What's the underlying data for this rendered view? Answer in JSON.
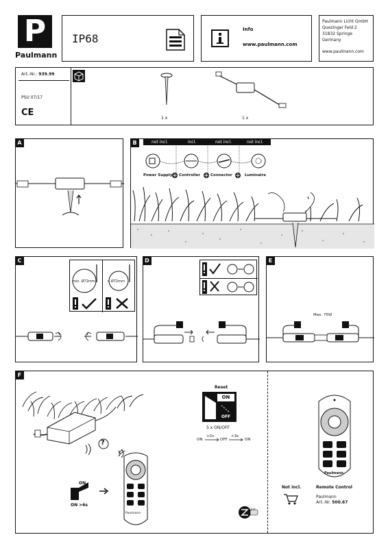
{
  "brand": {
    "name": "Paulmann",
    "logo_letter": "P"
  },
  "product": {
    "code": "IP68"
  },
  "info": {
    "title": "Info",
    "url": "www.paulmann.com"
  },
  "company": {
    "name": "Paulmann Licht GmbH",
    "street": "Quezinger Feld 2",
    "city": "31832 Springe",
    "country": "Germany",
    "web": "www.paulmann.com"
  },
  "article": {
    "art_label": "Art.-Nr.:",
    "art_no": "939.99",
    "psu": "PSU 07/17",
    "ce": "CE",
    "qty1": "1 x",
    "qty2": "1 x"
  },
  "panels": {
    "a": "A",
    "b": "B",
    "c": "C",
    "d": "D",
    "e": "E",
    "f": "F"
  },
  "panel_b": {
    "headers": [
      "not incl.",
      "incl.",
      "not incl.",
      "not incl."
    ],
    "labels": [
      "Power Supply",
      "Controller",
      "Connector",
      "Luminaire"
    ]
  },
  "panel_c": {
    "min_label": "min. Ø72mm",
    "max_label": "< Ø72mm"
  },
  "panel_e": {
    "max_power": "Max. 75W"
  },
  "panel_f": {
    "reset_title": "Reset",
    "on": "ON",
    "off": "OFF",
    "reset_count": "5 x ON/OFF",
    "seq_on1": "ON",
    "seq_t1": "<2s",
    "seq_off": "OFF",
    "seq_t2": "<3s",
    "seq_on2": "ON",
    "question": "?",
    "switch_on": "ON",
    "on_hold": "ON >6s",
    "remote_brand": "Paulmann",
    "not_incl": "Not incl.",
    "remote_title": "Remote Control",
    "remote_brand_line": "Paulmann",
    "remote_art_label": "Art.-Nr.",
    "remote_art_no": "500.67",
    "zigbee_ver": "3.0"
  }
}
